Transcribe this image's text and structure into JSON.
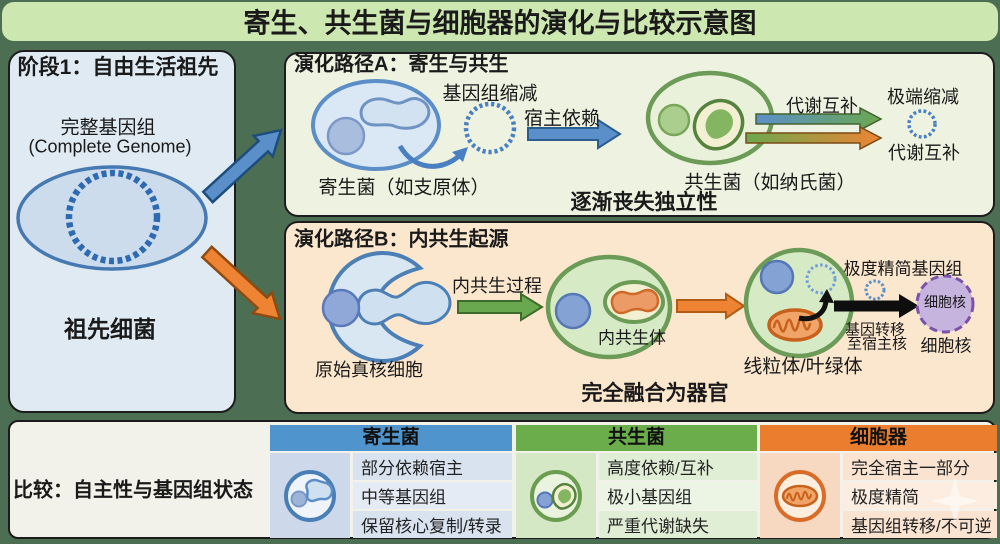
{
  "title": "寄生、共生菌与细胞器的演化与比较示意图",
  "colors": {
    "background": "#4c6e52",
    "title_bar": "#cde7b0",
    "panel_stage1": "#dfeaf3",
    "panel_path_a": "#eef2e0",
    "panel_path_b": "#fbe7cd",
    "panel_comparison": "#f2f1ea",
    "blue": "#5b8fc9",
    "green": "#6aa84f",
    "orange": "#ee8433",
    "purple": "#7b52a8",
    "header_parasite": "#4f94cd",
    "header_symbiont": "#6bad4a",
    "header_organelle": "#ea7e2e"
  },
  "stage1": {
    "header": "阶段1：自由生活祖先",
    "genome_cn": "完整基因组",
    "genome_en": "(Complete Genome)",
    "cell_label": "祖先细菌"
  },
  "path_a": {
    "header": "演化路径A：寄生与共生",
    "genome_reduction": "基因组缩减",
    "host_dependence": "宿主依赖",
    "parasite_label": "寄生菌（如支原体）",
    "symbiont_label": "共生菌（如纳氏菌）",
    "metabolic_top": "代谢互补",
    "extreme_reduction": "极端缩减",
    "metabolic_bottom": "代谢互补",
    "bottom_note": "逐渐丧失独立性"
  },
  "path_b": {
    "header": "演化路径B：内共生起源",
    "host_cell_label": "原始真核细胞",
    "process_label": "内共生过程",
    "endosymbiont_label": "内共生体",
    "organelle_label": "线粒体/叶绿体",
    "minimal_genome": "极度精简基因组",
    "gene_transfer_line1": "基因转移",
    "gene_transfer_line2": "至宿主核",
    "nucleus_inner": "细胞核",
    "nucleus_label": "细胞核",
    "bottom_note": "完全融合为器官"
  },
  "comparison": {
    "label": "比较：自主性与基因组状态",
    "columns": [
      {
        "header": "寄生菌",
        "icon": "parasite-cell-icon",
        "rows": [
          "部分依赖宿主",
          "中等基因组",
          "保留核心复制/转录"
        ]
      },
      {
        "header": "共生菌",
        "icon": "symbiont-cell-icon",
        "rows": [
          "高度依赖/互补",
          "极小基因组",
          "严重代谢缺失"
        ]
      },
      {
        "header": "细胞器",
        "icon": "mitochondrion-icon",
        "rows": [
          "完全宿主一部分",
          "极度精简",
          "基因组转移/不可逆"
        ]
      }
    ]
  }
}
